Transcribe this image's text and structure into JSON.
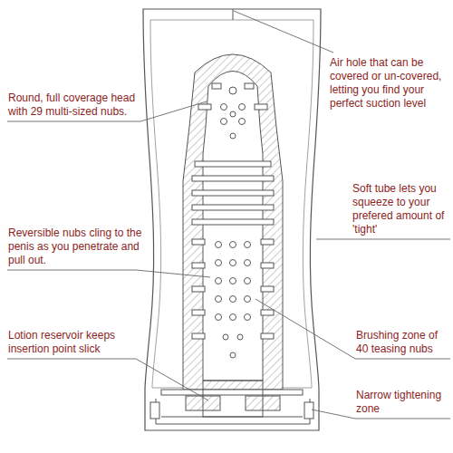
{
  "diagram": {
    "labels": [
      "Round, full coverage head with 29 multi-sized nubs.",
      "Air hole that can be covered or un-covered, letting you find your perfect suction level",
      "Soft tube lets you squeeze to your prefered amount of 'tight'",
      "Reversible nubs cling to the penis as you penetrate and pull out.",
      "Lotion reservoir keeps insertion point slick",
      "Brushing zone of 40 teasing nubs",
      "Narrow tightening zone"
    ]
  }
}
